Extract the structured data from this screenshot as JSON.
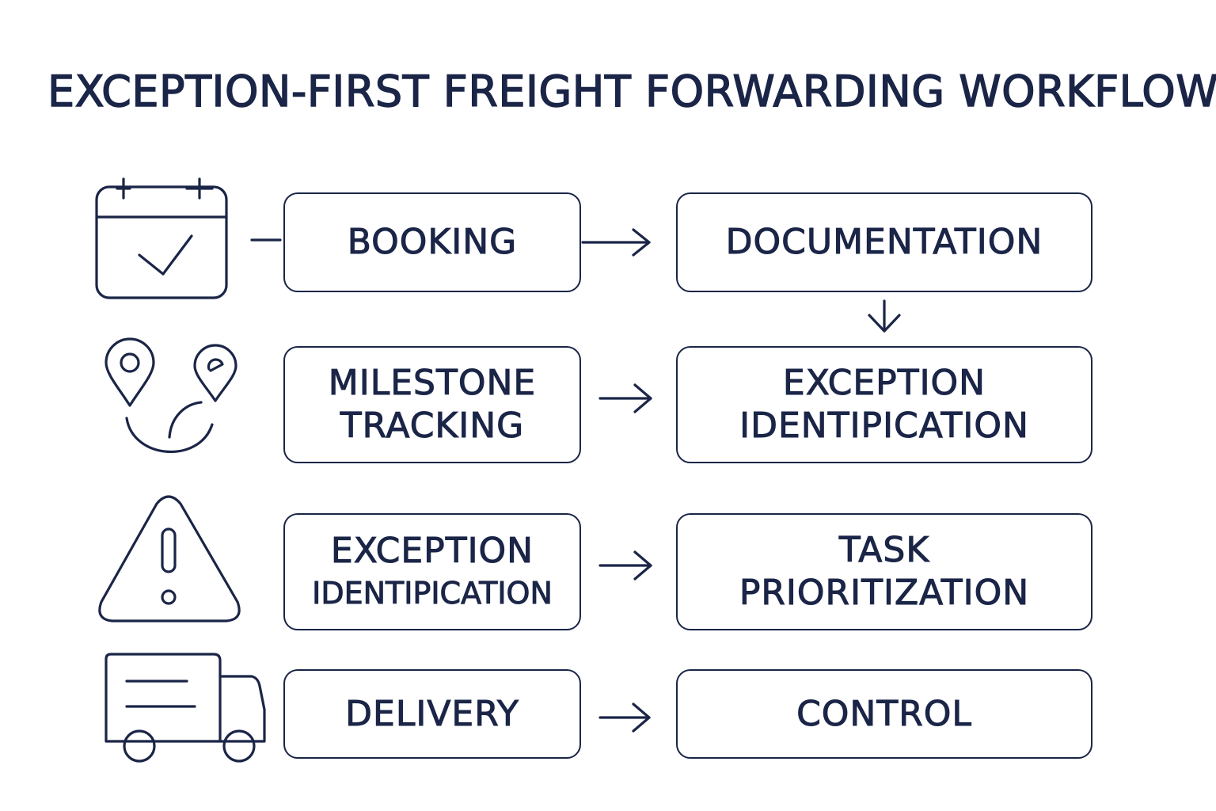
{
  "title": "EXCEPTION-FIRST FREIGHT FORWARDING WORKFLOW",
  "colors": {
    "ink": "#1a2547",
    "background": "#ffffff"
  },
  "steps": [
    {
      "lines": [
        "BOOKING"
      ]
    },
    {
      "lines": [
        "DOCUMENTATION"
      ]
    },
    {
      "lines": [
        "MILESTONE",
        "TRACKING"
      ]
    },
    {
      "lines": [
        "EXCEPTION",
        "IDENTIPICATION"
      ]
    },
    {
      "lines": [
        "EXCEPTION",
        "IDENTIPICATION"
      ]
    },
    {
      "lines": [
        "TASK",
        "PRIORITIZATION"
      ]
    },
    {
      "lines": [
        "DELIVERY"
      ]
    },
    {
      "lines": [
        "CONTROL"
      ]
    }
  ],
  "icons": [
    "calendar-check-icon",
    "map-route-pins-icon",
    "warning-triangle-icon",
    "delivery-truck-icon"
  ],
  "connectors": [
    {
      "from": "icon-calendar",
      "to": "step-booking",
      "style": "line"
    },
    {
      "from": "step-booking",
      "to": "step-documentation",
      "style": "arrow"
    },
    {
      "from": "step-documentation",
      "to": "step-exception-identification-1",
      "style": "arrow-down"
    },
    {
      "from": "step-milestone-tracking",
      "to": "step-exception-identification-1",
      "style": "arrow"
    },
    {
      "from": "step-exception-identification-2",
      "to": "step-task-prioritization",
      "style": "arrow"
    },
    {
      "from": "step-delivery",
      "to": "step-control",
      "style": "arrow"
    }
  ]
}
